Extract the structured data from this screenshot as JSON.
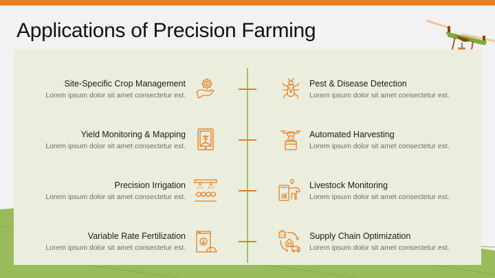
{
  "slide": {
    "title": "Applications of Precision Farming",
    "accent_color": "#e67e22",
    "panel_color": "#ebeedd",
    "field_color": "#99bb5a",
    "timeline_color": "#9cc16a"
  },
  "left_items": [
    {
      "title": "Site-Specific Crop Management",
      "desc": "Lorem ipsum dolor sit amet consectetur est.",
      "icon": "gear-wheat-hand-icon"
    },
    {
      "title": "Yield Monitoring & Mapping",
      "desc": "Lorem ipsum dolor sit amet consectetur est.",
      "icon": "tablet-plant-icon"
    },
    {
      "title": "Precision Irrigation",
      "desc": "Lorem ipsum dolor sit amet consectetur est.",
      "icon": "sprinkler-leaves-icon"
    },
    {
      "title": "Variable Rate Fertilization",
      "desc": "Lorem ipsum dolor sit amet consectetur est.",
      "icon": "fertilizer-bag-icon"
    }
  ],
  "right_items": [
    {
      "title": "Pest & Disease Detection",
      "desc": "Lorem ipsum dolor sit amet consectetur est.",
      "icon": "insect-icon"
    },
    {
      "title": "Automated Harvesting",
      "desc": "Lorem ipsum dolor sit amet consectetur est.",
      "icon": "drone-basket-icon"
    },
    {
      "title": "Livestock Monitoring",
      "desc": "Lorem ipsum dolor sit amet consectetur est.",
      "icon": "tablet-cow-icon"
    },
    {
      "title": "Supply Chain Optimization",
      "desc": "Lorem ipsum dolor sit amet consectetur est.",
      "icon": "supply-cycle-icon"
    }
  ]
}
